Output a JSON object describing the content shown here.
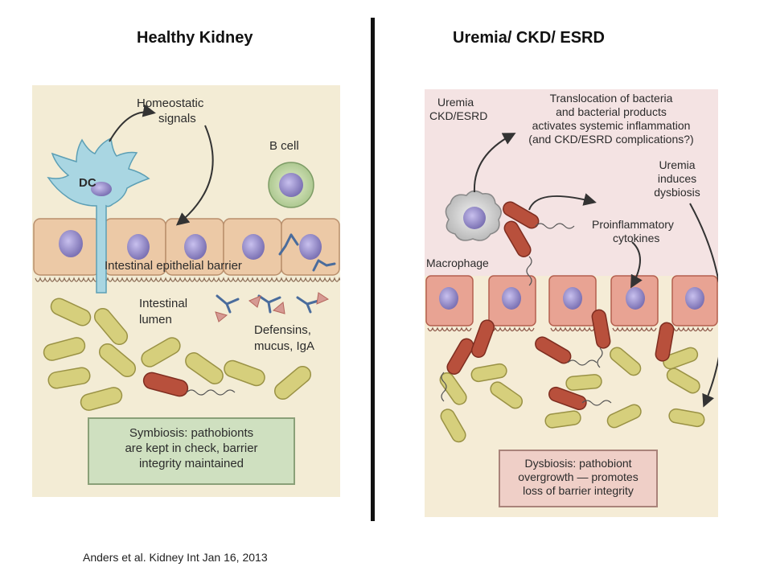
{
  "titles": {
    "left": "Healthy Kidney",
    "right": "Uremia/ CKD/ ESRD"
  },
  "left_panel": {
    "homeostatic_line1": "Homeostatic",
    "homeostatic_line2": "signals",
    "dc": "DC",
    "b_cell": "B cell",
    "barrier": "Intestinal epithelial barrier",
    "lumen_line1": "Intestinal",
    "lumen_line2": "lumen",
    "defensins_line1": "Defensins,",
    "defensins_line2": "mucus, IgA",
    "box_line1": "Symbiosis: pathobionts",
    "box_line2": "are kept in check, barrier",
    "box_line3": "integrity maintained"
  },
  "right_panel": {
    "uremia_line1": "Uremia",
    "uremia_line2": "CKD/ESRD",
    "translocation_line1": "Translocation of bacteria",
    "translocation_line2": "and bacterial products",
    "translocation_line3": "activates systemic inflammation",
    "translocation_line4": "(and CKD/ESRD complications?)",
    "induces_line1": "Uremia",
    "induces_line2": "induces",
    "induces_line3": "dysbiosis",
    "proinflammatory_line1": "Proinflammatory",
    "proinflammatory_line2": "cytokines",
    "macrophage": "Macrophage",
    "box_line1": "Dysbiosis: pathobiont",
    "box_line2": "overgrowth — promotes",
    "box_line3": "loss of barrier integrity"
  },
  "citation": "Anders et al. Kidney Int Jan 16, 2013",
  "colors": {
    "left_background": "#f3ecd5",
    "right_background_top": "#f4e3e3",
    "right_background_bottom": "#f5ecd6",
    "healthy_cell": "#ecc9a6",
    "inflamed_cell": "#e8a393",
    "nucleus": "#8f85c4",
    "dc": "#a9d6e2",
    "commensal_bacteria": "#d6cf7c",
    "pathobiont_bacteria": "#b8503c",
    "left_box": "#cfe0c0",
    "right_box": "#efcfc7"
  }
}
